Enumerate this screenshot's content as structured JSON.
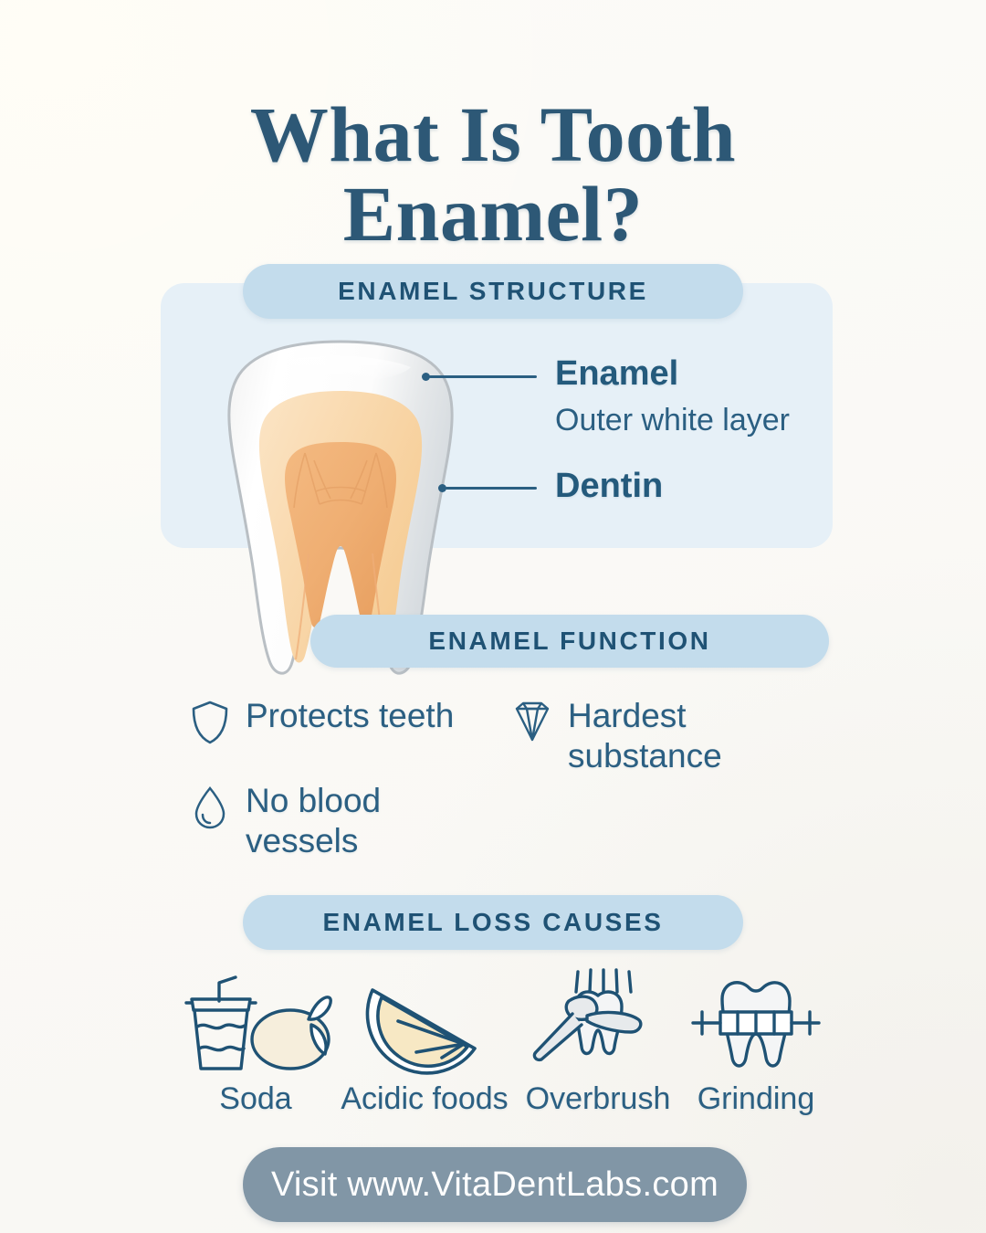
{
  "poster": {
    "background_color": "#FBFAF7",
    "accent_color": "#2D5876",
    "pill_color": "#C3DCEC",
    "panel_color": "#E6F0F7",
    "cta_color": "#8196A6"
  },
  "title": {
    "line1": "What Is Tooth",
    "line2": "Enamel?"
  },
  "sections": {
    "structure": {
      "heading": "ENAMEL STRUCTURE"
    },
    "function": {
      "heading": "ENAMEL FUNCTION"
    },
    "causes": {
      "heading": "ENAMEL LOSS CAUSES"
    }
  },
  "diagram": {
    "labels": [
      {
        "name": "Enamel",
        "sub": "Outer white layer"
      },
      {
        "name": "Dentin",
        "sub": ""
      }
    ]
  },
  "functions": [
    {
      "icon": "shield-icon",
      "line1": "Protects teeth",
      "line2": ""
    },
    {
      "icon": "diamond-icon",
      "line1": "Hardest",
      "line2": "substance"
    },
    {
      "icon": "water-drop-icon",
      "line1": "No blood",
      "line2": "vessels"
    }
  ],
  "causes": [
    {
      "icon": "soda-cup-icon",
      "label": "Soda"
    },
    {
      "icon": "lemon-slice-icon",
      "label": "Acidic foods"
    },
    {
      "icon": "toothbrush-icon",
      "label": "Overbrush"
    },
    {
      "icon": "tooth-braces-icon",
      "label": "Grinding"
    }
  ],
  "cta": {
    "text": "Visit www.VitaDentLabs.com"
  }
}
